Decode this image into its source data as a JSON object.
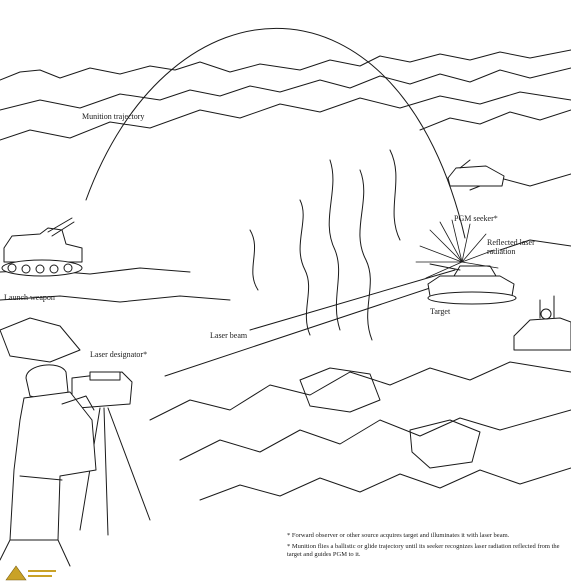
{
  "labels": {
    "munition_trajectory": "Munition trajectory",
    "launch_weapon": "Launch weapon",
    "laser_designator": "Laser designator*",
    "laser_beam": "Laser beam",
    "pgm_seeker": "PGM seeker*",
    "reflected_laser_radiation_line1": "Reflected laser",
    "reflected_laser_radiation_line2": "radiation",
    "target": "Target"
  },
  "notes": [
    "* Forward observer or other source acquires target and illuminates it with laser beam.",
    "* Munition flies a ballistic or glide trajectory until its seeker recognizes laser radiation reflected from the target and guides PGM to it."
  ],
  "colors": {
    "ink": "#1a1a1a",
    "paper": "#ffffff"
  }
}
